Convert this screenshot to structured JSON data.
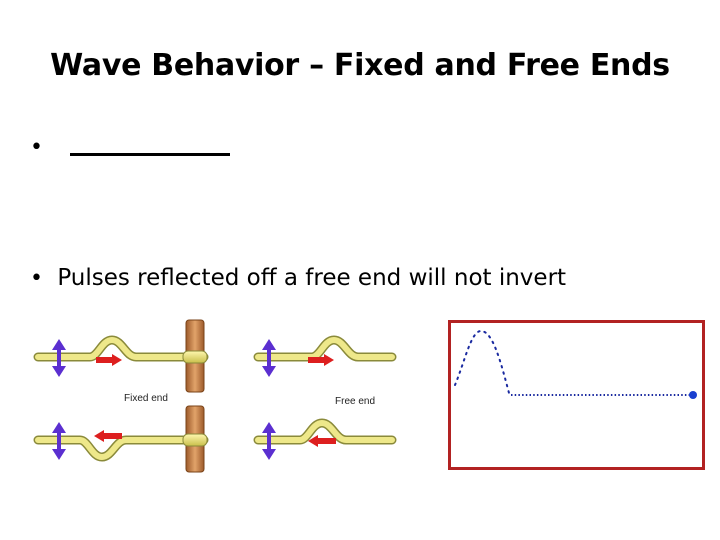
{
  "slide": {
    "title": "Wave Behavior – Fixed and Free Ends",
    "bullets": [
      {
        "text": ""
      },
      {
        "text": "Pulses reflected off a free end will not invert"
      }
    ]
  },
  "diagram": {
    "left_caption": "Fixed end",
    "right_caption": "Free end"
  },
  "colors": {
    "rope": "#e8e27a",
    "rope_outline": "#8a8a3a",
    "post": "#c8824a",
    "arrow_red": "#dd1f1f",
    "arrow_purple": "#5b2fd0",
    "panel_border": "#b22222",
    "dots": "#1a2aa0"
  }
}
